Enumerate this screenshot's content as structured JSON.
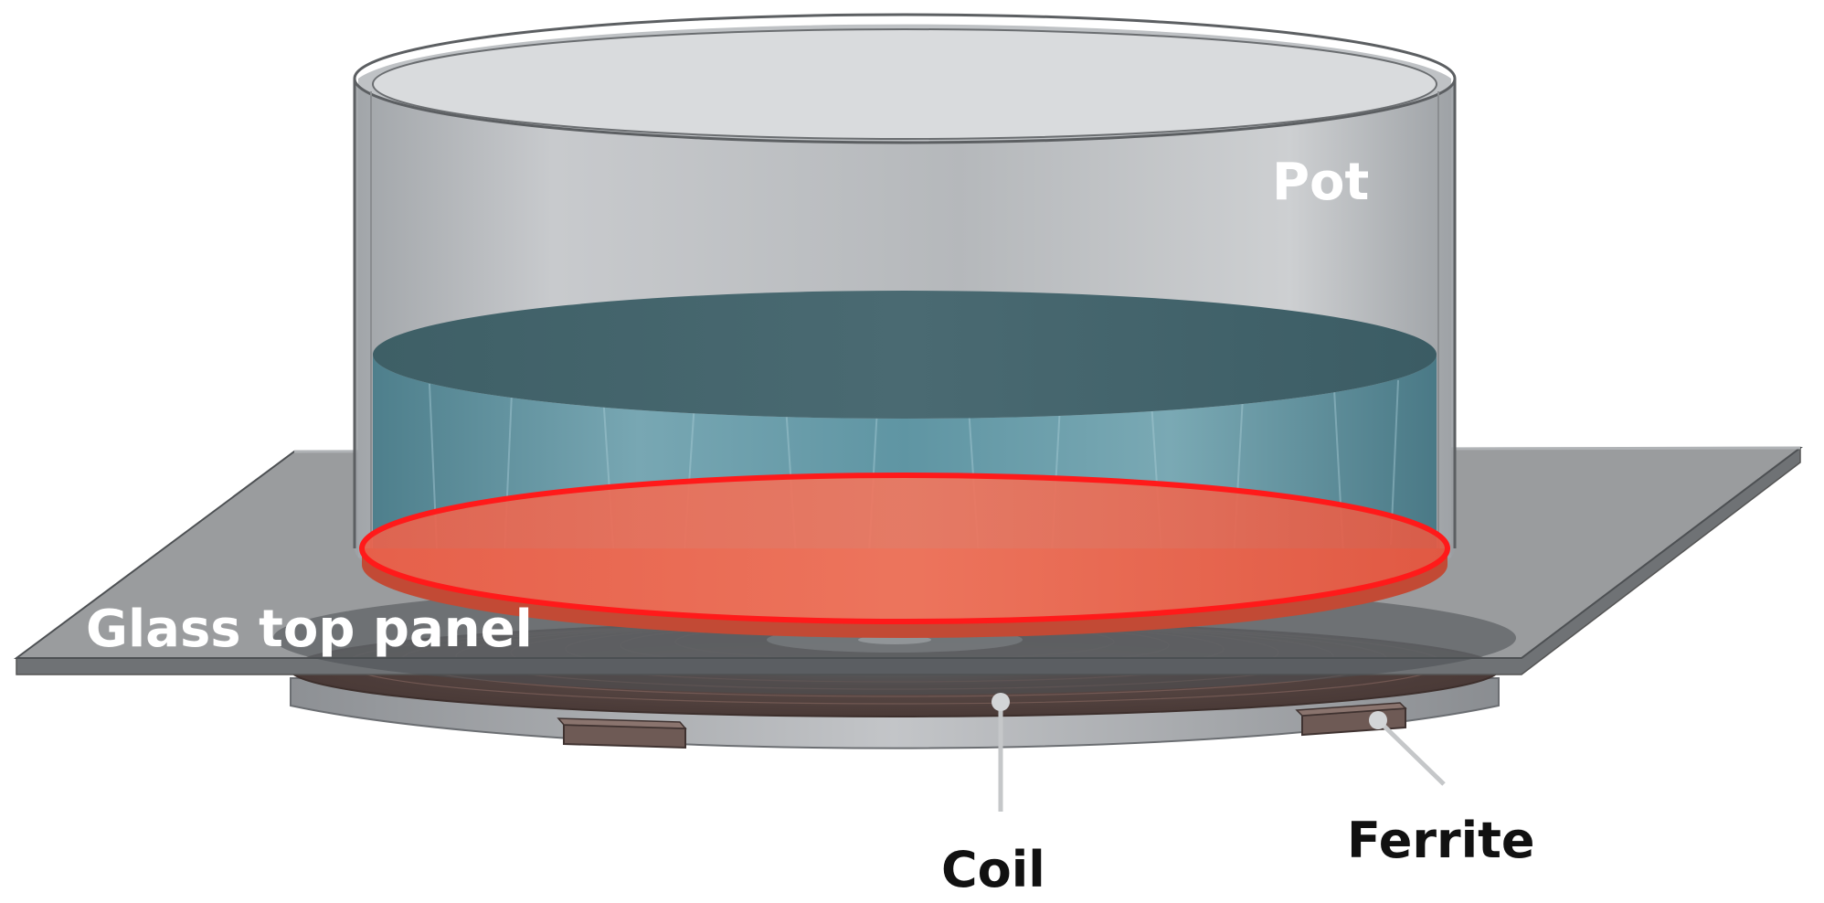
{
  "labels": {
    "pot": "Pot",
    "glass": "Glass top panel",
    "coil": "Coil",
    "ferrite": "Ferrite"
  },
  "colors": {
    "pot_label": "#ffffff",
    "glass_label": "#ffffff",
    "callout_label": "#111111",
    "heat_ring": "#ff1a1a",
    "heat_fill": "#ef6a52",
    "water": "#5f8f9c",
    "glass": "#7d7d7d",
    "pot_wall": "#b9bcc0",
    "ferrite": "#6e5a55"
  }
}
